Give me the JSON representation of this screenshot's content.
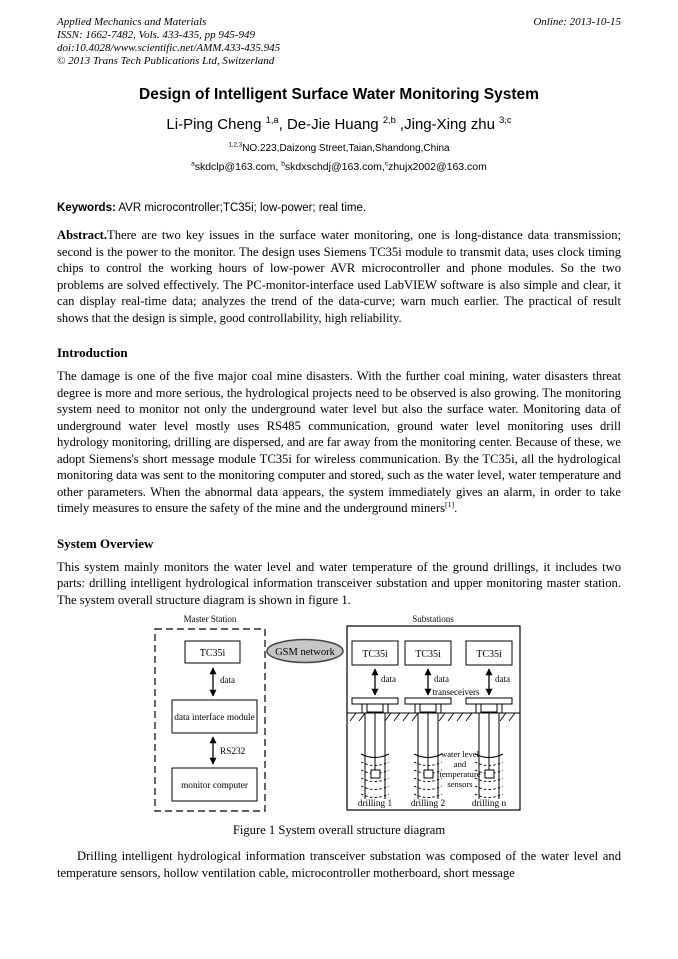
{
  "header": {
    "journal": "Applied Mechanics and Materials",
    "issn_line": "ISSN: 1662-7482, Vols. 433-435, pp 945-949",
    "doi_line": "doi:10.4028/www.scientific.net/AMM.433-435.945",
    "copyright_line": "© 2013 Trans Tech Publications Ltd, Switzerland",
    "online_date": "Online: 2013-10-15"
  },
  "title": "Design of Intelligent Surface Water Monitoring System",
  "authors": [
    {
      "name": "Li-Ping Cheng ",
      "sup": "1,a",
      "sep": ", "
    },
    {
      "name": "De-Jie Huang ",
      "sup": "2,b",
      "sep": " ,"
    },
    {
      "name": "Jing-Xing zhu ",
      "sup": "3,c",
      "sep": ""
    }
  ],
  "affiliation": {
    "sup": "1,2,3",
    "text": "NO.223,Daizong Street,Taian,Shandong,China"
  },
  "emails": [
    {
      "sup": "a",
      "text": "skdclp@163.com, "
    },
    {
      "sup": "b",
      "text": "skdxschdj@163.com,"
    },
    {
      "sup": "c",
      "text": "zhujx2002@163.com"
    }
  ],
  "keywords": {
    "label": "Keywords:",
    "text": " AVR microcontroller;TC35i; low-power; real time."
  },
  "abstract": {
    "label": "Abstract.",
    "text": "There are two key issues in the surface water monitoring, one is long-distance data transmission; second is the power to the monitor. The design uses Siemens TC35i module to transmit data, uses clock timing chips to control the working hours of low-power AVR microcontroller and phone modules. So the two problems are solved effectively. The PC-monitor-interface used LabVIEW software is also simple and clear, it can display real-time data; analyzes the trend of the data-curve; warn much earlier. The practical of result shows that the design is simple, good controllability, high reliability."
  },
  "introduction": {
    "heading": "Introduction",
    "body": "The damage is one of the five major coal mine disasters. With the further coal mining, water disasters threat degree is more and more serious, the hydrological projects need to be observed is also growing. The monitoring system need to monitor not only the underground water level but also the surface water. Monitoring data of underground water level mostly uses RS485 communication, ground water level monitoring uses drill hydrology monitoring, drilling are dispersed, and are far away from the monitoring center. Because of these, we adopt Siemens's short message module TC35i for wireless communication. By the TC35i, all the hydrological monitoring data was sent to the monitoring computer and stored, such as the water level, water temperature and other parameters. When the abnormal data appears, the system immediately gives an alarm, in order to take timely measures to ensure the safety of the mine and the underground miners",
    "ref": "[1]",
    "tail": "."
  },
  "overview": {
    "heading": "System Overview",
    "body": "This system mainly monitors the water level and water temperature of the ground drillings, it includes two parts: drilling intelligent hydrological information transceiver substation and upper monitoring master station. The system overall structure diagram is shown in figure 1."
  },
  "figure": {
    "caption": "Figure 1 System overall structure diagram",
    "master_station_label": "Master Station",
    "substations_label": "Substations",
    "tc35i": "TC35i",
    "data_label": "data",
    "rs232_label": "RS232",
    "data_interface_module": "data interface module",
    "monitor_computer": "monitor computer",
    "gsm_network": "GSM network",
    "transceivers_label": "transeceivers",
    "sensors_lines": [
      "water level",
      "and",
      "temperature",
      "sensors"
    ],
    "drillings": [
      "drilling 1",
      "drilling 2",
      "drilling n"
    ],
    "colors": {
      "gsm_fill": "#c6c6c6"
    }
  },
  "closing": {
    "body": "Drilling intelligent hydrological information transceiver substation was composed of the water level and temperature sensors, hollow ventilation cable, microcontroller motherboard, short message"
  }
}
